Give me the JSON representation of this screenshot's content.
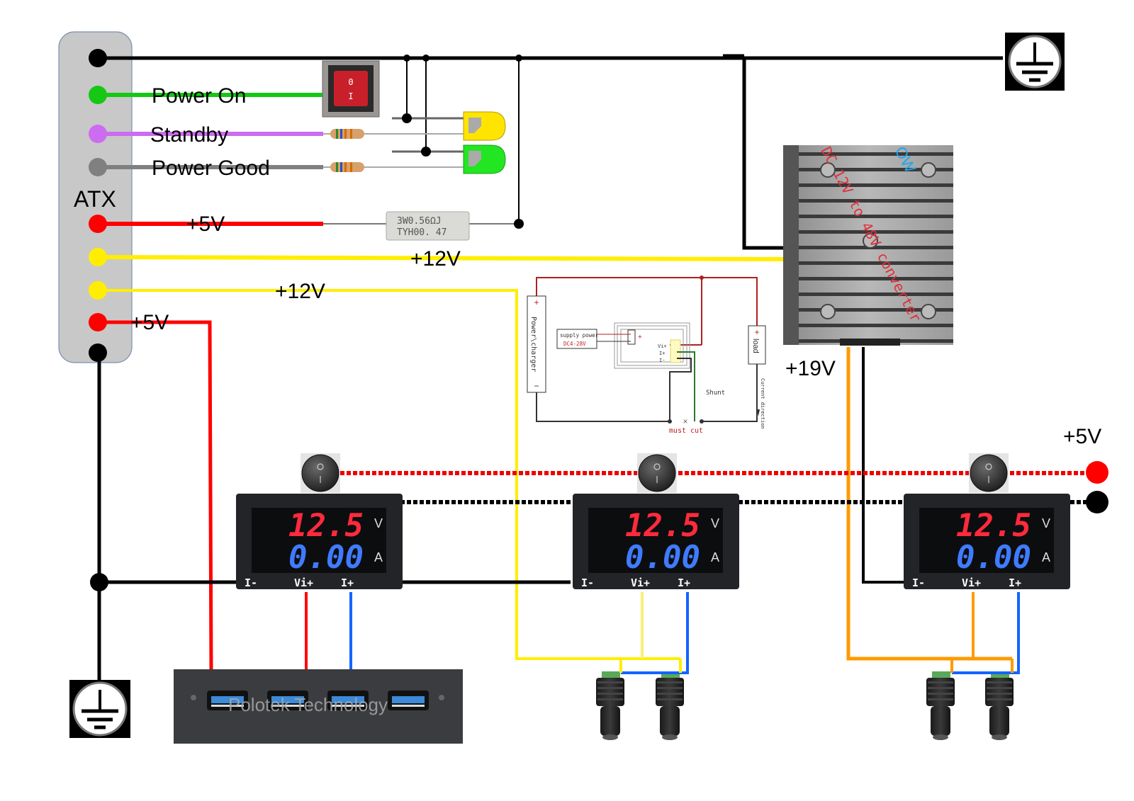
{
  "title": "ATX power supply bench wiring diagram",
  "colors": {
    "ground": "#000000",
    "power_on": "#14c814",
    "standby": "#cc6cf0",
    "power_good": "#808080",
    "plus5v": "#ff0000",
    "plus12v": "#ffee00",
    "plus12v_light": "#f7ef7a",
    "plus19v": "#ff9a00",
    "current_sense": "#1464ff",
    "atx_body": "#c8c8c8",
    "meter_body": "#222428",
    "usb_panel": "#3a3c3f"
  },
  "atx": {
    "label": "ATX",
    "pins": [
      {
        "name": "GND",
        "color": "#000000"
      },
      {
        "name": "Power On",
        "color": "#14c814"
      },
      {
        "name": "Standby",
        "color": "#cc6cf0"
      },
      {
        "name": "Power Good",
        "color": "#808080"
      },
      {
        "name": "+5V",
        "color": "#ff0000"
      },
      {
        "name": "+12V",
        "color": "#ffee00"
      },
      {
        "name": "+12V",
        "color": "#ffee00"
      },
      {
        "name": "+5V",
        "color": "#ff0000"
      },
      {
        "name": "GND",
        "color": "#000000"
      }
    ]
  },
  "wire_labels": {
    "power_on": "Power On",
    "standby": "Standby",
    "power_good": "Power Good",
    "plus5v_load": "+5V",
    "plus12v_converter": "+12V",
    "plus12v_meter": "+12V",
    "plus5v_usb": "+5V",
    "plus19v": "+19V",
    "plus5v_rail": "+5V"
  },
  "rocker_switch": {
    "off_mark": "0",
    "on_mark": "I"
  },
  "load_resistor": {
    "line1": "3W0.56ΩJ",
    "line2": "TYH00. 47"
  },
  "leds": [
    {
      "name": "standby-led",
      "color": "#ffe400"
    },
    {
      "name": "power-good-led",
      "color": "#22e622"
    }
  ],
  "converter": {
    "label_red": "DC 12V to 48V converter",
    "label_blue": "OW",
    "output_label": "+19V"
  },
  "wiring_reference": {
    "power_charger": "Power\\charger",
    "plus": "+",
    "minus": "−",
    "supply_power": "supply power",
    "supply_range": "DC4-28V",
    "pin_vi": "Vi+",
    "pin_ip": "I+",
    "pin_im": "I-",
    "load": "load",
    "shunt": "Shunt",
    "current_direction": "Current direction",
    "must_cut": "must cut",
    "cut_mark": "×"
  },
  "meters": [
    {
      "voltage": "12.5",
      "current": "0.00",
      "v_unit": "V",
      "a_unit": "A",
      "pins": [
        "I-",
        "Vi+",
        "I+"
      ],
      "supply": "+5V"
    },
    {
      "voltage": "12.5",
      "current": "0.00",
      "v_unit": "V",
      "a_unit": "A",
      "pins": [
        "I-",
        "Vi+",
        "I+"
      ],
      "supply": "+12V"
    },
    {
      "voltage": "12.5",
      "current": "0.00",
      "v_unit": "V",
      "a_unit": "A",
      "pins": [
        "I-",
        "Vi+",
        "I+"
      ],
      "supply": "+19V"
    }
  ],
  "meter_switch": {
    "off_mark": "O",
    "on_mark": "I"
  },
  "usb_panel": {
    "ports": 4,
    "watermark": "Polotek Technology"
  },
  "dc_jacks": {
    "per_group": 2,
    "groups": 2
  },
  "ground_symbol": "earth-ground"
}
